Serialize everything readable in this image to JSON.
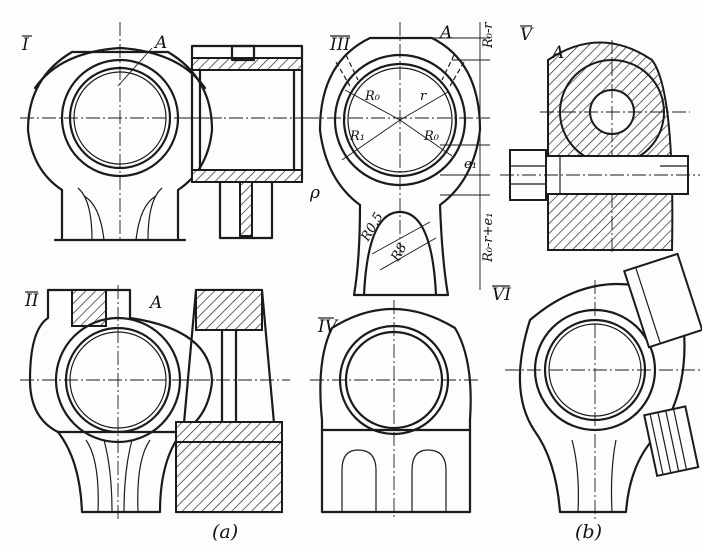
{
  "panels": {
    "I": {
      "label": "I",
      "surface": "A"
    },
    "II": {
      "label": "II",
      "surface": "A"
    },
    "III": {
      "label": "III",
      "surface": "A",
      "dims": {
        "r0": "R₀",
        "r": "r",
        "r1": "R₁",
        "r0b": "R₀",
        "e1": "e₁",
        "top": "R₀-r",
        "side": "R₀-r+e₁",
        "rb": "R0.5",
        "rc": "R8",
        "rho": "ρ"
      }
    },
    "IV": {
      "label": "IV"
    },
    "V": {
      "label": "V",
      "surface": "A"
    },
    "VI": {
      "label": "VI"
    }
  },
  "captions": {
    "a": "(a)",
    "b": "(b)"
  }
}
